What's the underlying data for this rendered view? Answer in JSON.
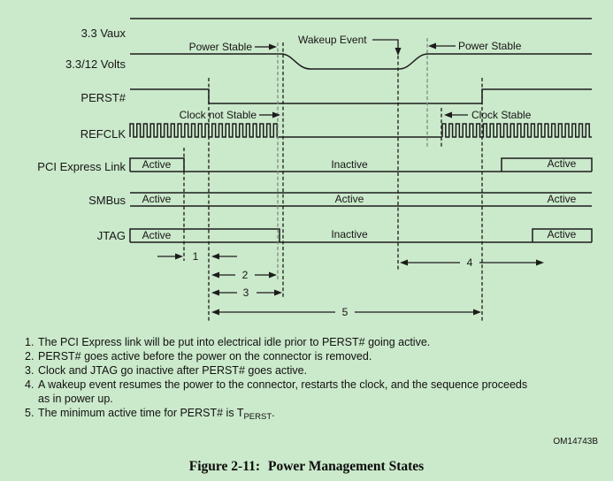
{
  "diagram": {
    "signals": {
      "vaux": "3.3 Vaux",
      "volts": "3.3/12 Volts",
      "perst": "PERST#",
      "refclk": "REFCLK",
      "pci": "PCI Express Link",
      "smbus": "SMBus",
      "jtag": "JTAG"
    },
    "annotations": {
      "power_stable_left": "Power Stable",
      "wakeup_event": "Wakeup Event",
      "power_stable_right": "Power Stable",
      "clock_not_stable": "Clock not Stable",
      "clock_stable": "Clock Stable"
    },
    "states": {
      "pci_left": "Active",
      "pci_mid": "Inactive",
      "pci_right": "Active",
      "smbus_left": "Active",
      "smbus_mid": "Active",
      "smbus_right": "Active",
      "jtag_left": "Active",
      "jtag_mid": "Inactive",
      "jtag_right": "Active"
    },
    "intervals": [
      "1",
      "2",
      "3",
      "4",
      "5"
    ]
  },
  "footnotes": [
    {
      "num": "1.",
      "text": "The PCI Express link will be put into electrical idle prior to PERST# going active."
    },
    {
      "num": "2.",
      "text": "PERST# goes active before the power on the connector is removed."
    },
    {
      "num": "3.",
      "text": "Clock and JTAG go inactive after PERST# goes active."
    },
    {
      "num": "4.",
      "text": "A wakeup event resumes the power to the connector, restarts the clock, and the sequence proceeds",
      "text2": "as in power up."
    },
    {
      "num": "5.",
      "text_pre": "The minimum active time for PERST# is T",
      "text_sub": "PERST",
      "text_post": "."
    }
  ],
  "om_number": "OM14743B",
  "caption": {
    "label": "Figure 2-11:",
    "title": "Power Management States"
  },
  "colors": {
    "background": "#cbe9cb",
    "line": "#1c1c1c",
    "gray_dash": "#7d8d7d"
  }
}
